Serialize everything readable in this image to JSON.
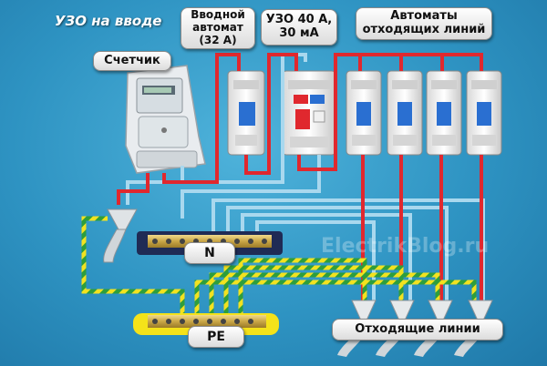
{
  "title": "УЗО на вводе",
  "labels": {
    "input_breaker": "Вводной\nавтомат\n(32 А)",
    "rcd": "УЗО 40 А,\n30 мА",
    "outgoing_breakers": "Автоматы\nотходящих линий",
    "meter": "Счетчик",
    "neutral_bus": "N",
    "ground_bus": "PE",
    "outgoing_lines": "Отходящие линии"
  },
  "watermark": "ElectrikBlog.ru",
  "colors": {
    "phase": "#e0282e",
    "neutral": "#a9d8ee",
    "ground_yellow": "#f2e21f",
    "ground_green": "#2e9e3c",
    "label_bg": "#eeeeee"
  }
}
